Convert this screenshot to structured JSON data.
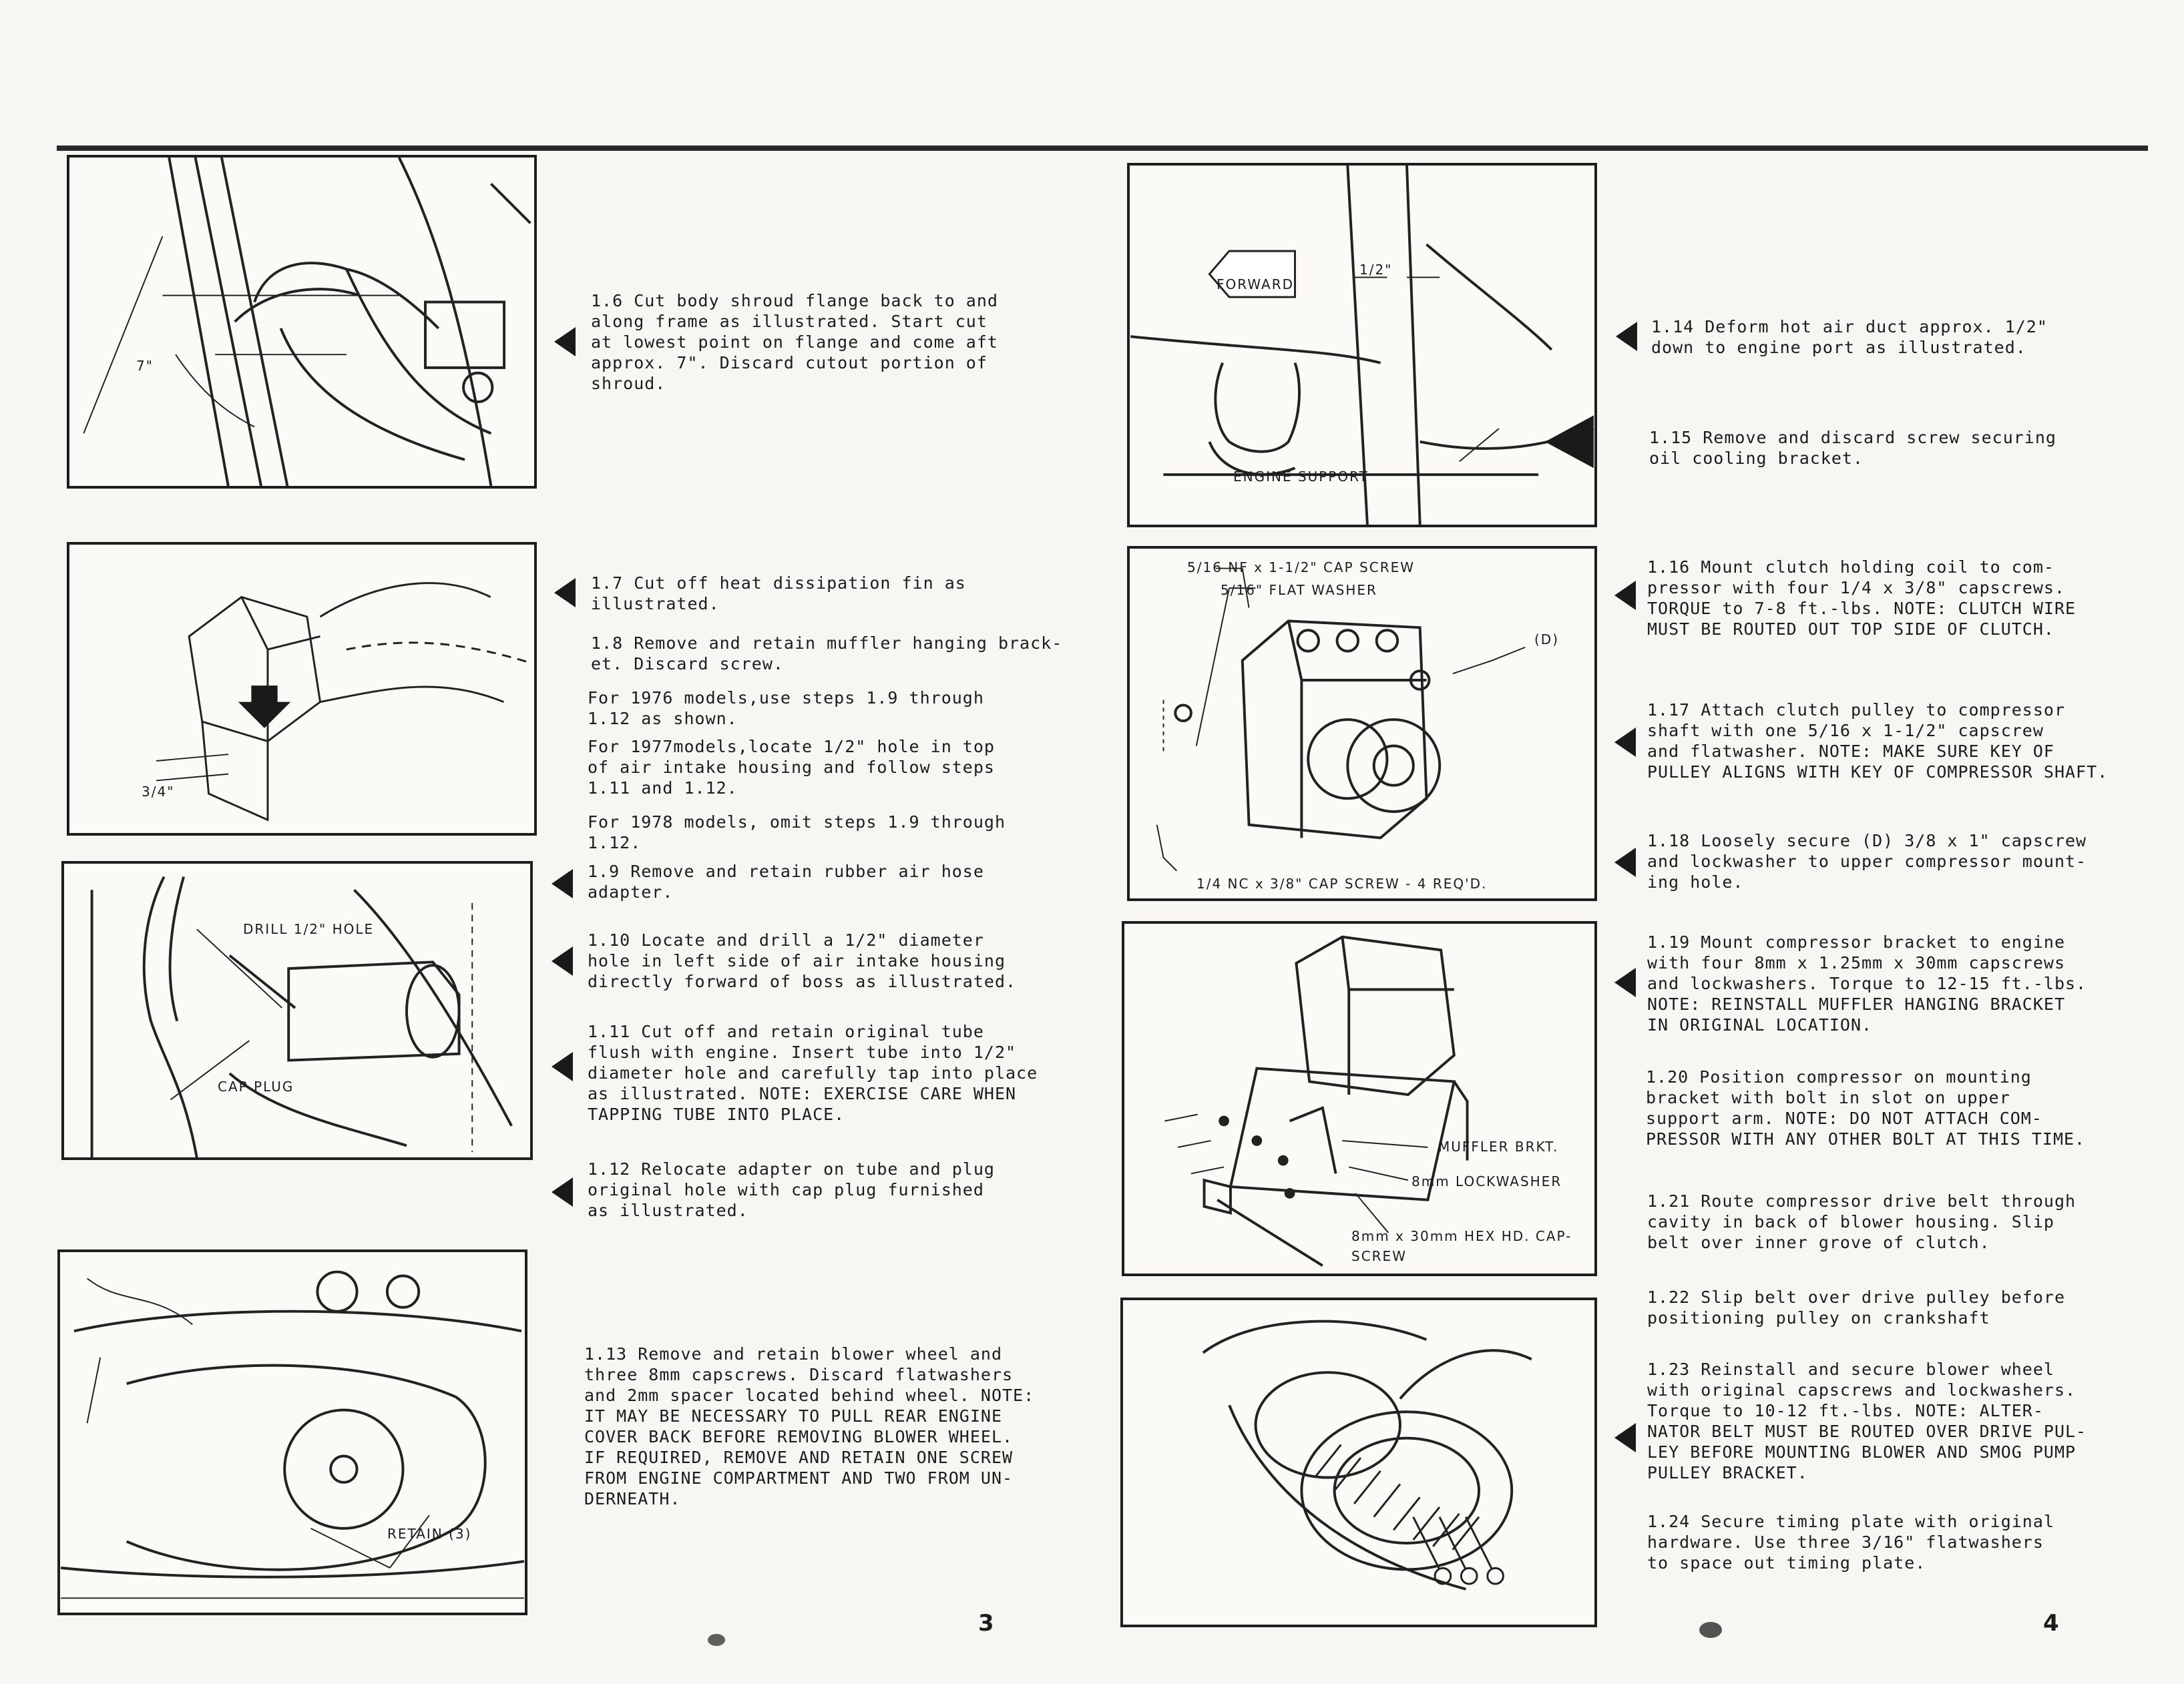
{
  "steps": {
    "s1_6": "1.6  Cut body shroud flange back to and\nalong frame as illustrated.  Start cut\nat lowest point on flange and come aft\napprox. 7\".  Discard cutout portion of\nshroud.",
    "s1_7": "1.7   Cut off heat dissipation fin as\nillustrated.",
    "s1_8": "1.8  Remove and retain muffler hanging brack-\net.  Discard screw.",
    "n1976": "For 1976 models,use steps 1.9 through\n1.12 as shown.",
    "n1977": "For 1977models,locate 1/2\" hole in top\nof air  intake housing and follow steps\n1.11 and 1.12.",
    "n1978": "For 1978 models, omit steps 1.9 through\n1.12.",
    "s1_9": "1.9  Remove and retain rubber air hose\nadapter.",
    "s1_10": "1.10  Locate and drill a 1/2\" diameter\nhole in left side of air intake housing\ndirectly forward of boss as illustrated.",
    "s1_11": "1.11  Cut off and retain original tube\nflush with engine.  Insert tube into 1/2\"\ndiameter hole and carefully tap into place\nas illustrated.  NOTE:  EXERCISE CARE WHEN\nTAPPING TUBE INTO PLACE.",
    "s1_12": "1.12  Relocate adapter on tube and plug\noriginal hole with cap plug furnished\nas illustrated.",
    "s1_13": "1.13  Remove and retain blower wheel and\nthree 8mm capscrews.  Discard flatwashers\nand 2mm spacer located behind wheel.  NOTE:\nIT MAY BE NECESSARY TO PULL REAR ENGINE\nCOVER BACK BEFORE REMOVING BLOWER WHEEL.\nIF REQUIRED, REMOVE AND RETAIN ONE SCREW\nFROM ENGINE COMPARTMENT AND TWO FROM UN-\nDERNEATH.",
    "s1_14": "1.14  Deform hot air duct approx. 1/2\"\ndown to engine port as illustrated.",
    "s1_15": "1.15  Remove and discard screw securing\noil cooling bracket.",
    "s1_16": "1.16 Mount clutch holding coil to com-\npressor with four 1/4 x 3/8\" capscrews.\nTORQUE to 7-8 ft.-lbs.  NOTE:  CLUTCH WIRE\nMUST BE ROUTED OUT TOP SIDE OF CLUTCH.",
    "s1_17": "1.17 Attach clutch pulley to compressor\nshaft with one 5/16 x 1-1/2\" capscrew\nand flatwasher.  NOTE:  MAKE SURE KEY OF\nPULLEY ALIGNS WITH KEY OF COMPRESSOR SHAFT.",
    "s1_18": "1.18  Loosely secure (D) 3/8 x 1\" capscrew\nand lockwasher to upper compressor mount-\ning hole.",
    "s1_19": "1.19 Mount compressor bracket to engine\nwith four 8mm x 1.25mm x 30mm capscrews\nand lockwashers.  Torque to 12-15 ft.-lbs.\nNOTE:  REINSTALL MUFFLER HANGING BRACKET\nIN ORIGINAL LOCATION.",
    "s1_20": "1.20 Position compressor on mounting\nbracket with bolt in slot on upper\nsupport arm.  NOTE:  DO NOT ATTACH COM-\nPRESSOR WITH ANY OTHER BOLT AT THIS TIME.",
    "s1_21": "1.21  Route compressor drive belt through\ncavity in back of blower housing.  Slip\nbelt over inner grove of clutch.",
    "s1_22": "1.22  Slip belt over drive pulley before\npositioning pulley on crankshaft",
    "s1_23": "1.23 Reinstall and secure blower wheel\nwith original capscrews and lockwashers.\nTorque to 10-12 ft.-lbs.  NOTE:  ALTER-\nNATOR BELT MUST BE ROUTED OVER DRIVE PUL-\nLEY BEFORE MOUNTING BLOWER AND SMOG PUMP\nPULLEY BRACKET.",
    "s1_24": "1.24 Secure timing plate with original\nhardware.  Use three 3/16\" flatwashers\nto space out timing plate."
  },
  "labels": {
    "seven_in": "7\"",
    "three_quarter": "3/4\"",
    "drill_hole": "DRILL 1/2\" HOLE",
    "cap_plug": "CAP PLUG",
    "retain": "RETAIN (3)",
    "forward": "FORWARD",
    "half_in": "1/2\"",
    "engine_support": "ENGINE SUPPORT",
    "cap_screw_516": "5/16 NF x 1-1/2\" CAP SCREW",
    "flat_washer": "5/16\" FLAT WASHER",
    "d_label": "(D)",
    "cap_screw_14": "1/4 NC x 3/8\" CAP SCREW - 4 REQ'D.",
    "muffler_brkt": "MUFFLER BRKT.",
    "lockwasher": "8mm LOCKWASHER",
    "hex_cap_1": "8mm x 30mm HEX HD. CAP-",
    "hex_cap_2": "SCREW"
  },
  "page_numbers": {
    "left": "3",
    "right": "4"
  }
}
